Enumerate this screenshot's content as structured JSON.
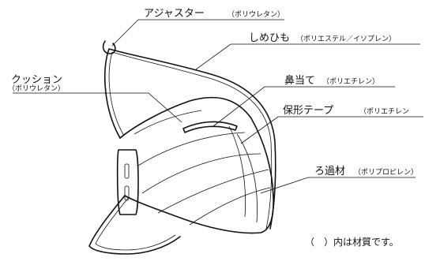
{
  "labels": {
    "adjuster": {
      "name": "アジャスター",
      "material": "（ポリウレタン）"
    },
    "strap": {
      "name": "しめひも",
      "material": "（ポリエステル／イソプレン）"
    },
    "cushion": {
      "name": "クッション",
      "material": "（ポリウレタン）"
    },
    "nosepad": {
      "name": "鼻当て",
      "material": "（ポリエチレン）"
    },
    "shape_tape": {
      "name": "保形テープ",
      "material": "（ポリエチレン"
    },
    "filter": {
      "name": "ろ過材",
      "material": "（ポリプロピレン）"
    }
  },
  "note": "（　）内は材質です。"
}
